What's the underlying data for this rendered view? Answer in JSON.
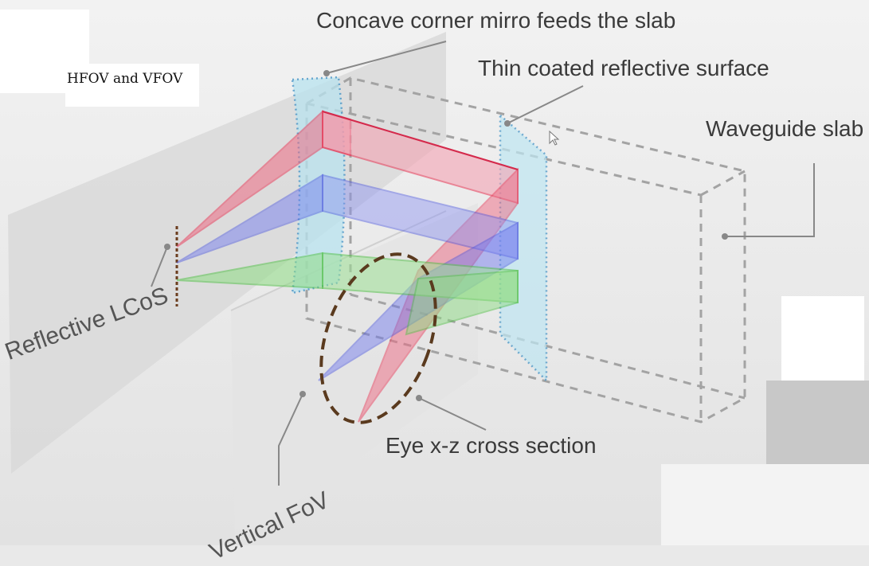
{
  "caption": "HFOV and VFOV",
  "labels": {
    "title": "Concave corner mirro feeds the slab",
    "coating": "Thin coated reflective surface",
    "slab": "Waveguide slab",
    "lcos": "Reflective LCoS",
    "eye": "Eye x-z cross section",
    "vfov": "Vertical FoV"
  },
  "colors": {
    "background": "#e9e9e9",
    "red_beam": "#e8415e",
    "blue_beam": "#4a55e0",
    "green_beam": "#55c24a",
    "mirror": "#b9e3ef",
    "eye_outline": "#5a3a1e",
    "dashed_box": "#a0a0a0"
  },
  "icons": {
    "cursor": "mouse-pointer-icon"
  }
}
